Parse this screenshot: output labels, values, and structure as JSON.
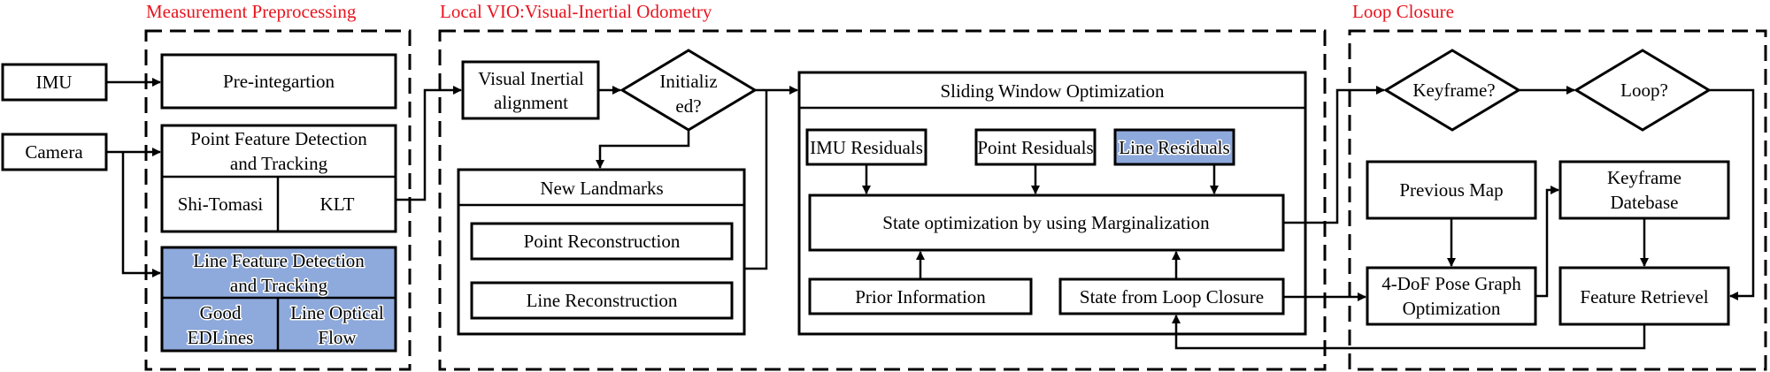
{
  "sections": {
    "measurement": "Measurement Preprocessing",
    "vio": "Local VIO:Visual-Inertial Odometry",
    "loop": "Loop Closure"
  },
  "colors": {
    "section_title": "#e8141e",
    "highlight_fill": "#8ea9db",
    "line": "#000000"
  },
  "inputs": {
    "imu": "IMU",
    "camera": "Camera"
  },
  "measurement": {
    "preintegration": "Pre-integartion",
    "point_feature": [
      "Point Feature Detection",
      "and Tracking"
    ],
    "shi_tomasi": "Shi-Tomasi",
    "klt": "KLT",
    "line_feature": [
      "Line Feature Detection",
      "and Tracking"
    ],
    "good_edlines": [
      "Good",
      "EDLines"
    ],
    "line_optical_flow": [
      "Line Optical",
      "Flow"
    ]
  },
  "vio": {
    "visual_inertial_alignment": [
      "Visual Inertial",
      "alignment"
    ],
    "initialized": [
      "Initializ",
      "ed?"
    ],
    "new_landmarks": "New Landmarks",
    "point_reconstruction": "Point Reconstruction",
    "line_reconstruction": "Line Reconstruction",
    "sliding_window": "Sliding Window Optimization",
    "imu_residuals": "IMU Residuals",
    "point_residuals": "Point Residuals",
    "line_residuals": "Line Residuals",
    "state_optimization": "State optimization by using Marginalization",
    "prior_information": "Prior Information",
    "state_from_loop": "State from Loop Closure"
  },
  "loop": {
    "keyframe_q": "Keyframe?",
    "loop_q": "Loop?",
    "previous_map": "Previous Map",
    "keyframe_database": [
      "Keyframe",
      "Datebase"
    ],
    "pose_graph": [
      "4-DoF Pose Graph",
      "Optimization"
    ],
    "feature_retrieval": "Feature Retrievel"
  }
}
